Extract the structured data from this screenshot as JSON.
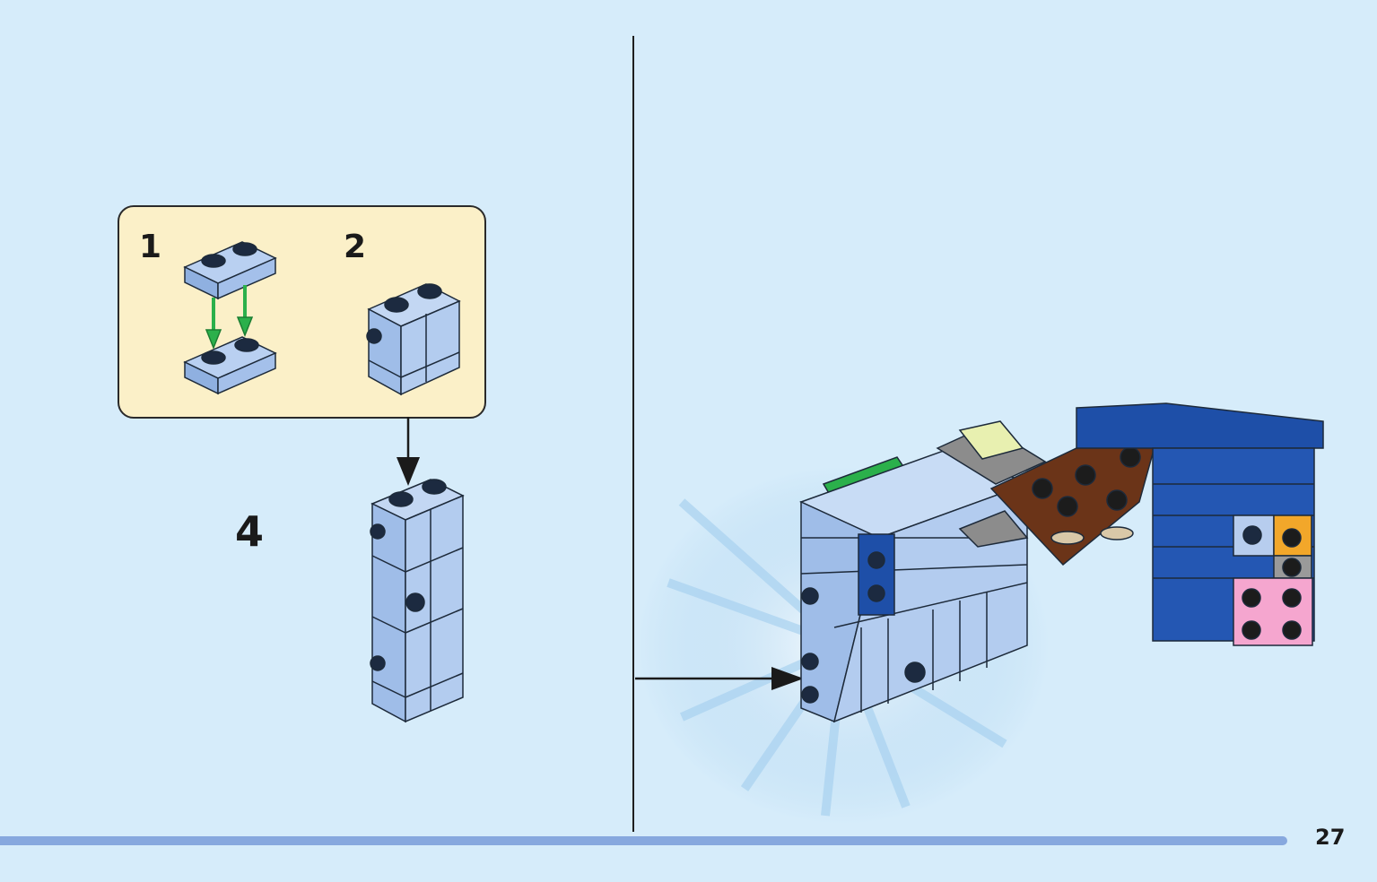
{
  "substeps": [
    {
      "number": "1"
    },
    {
      "number": "2"
    }
  ],
  "step": {
    "number": "4"
  },
  "page": {
    "number": "27"
  },
  "colors": {
    "background": "#d6ecfa",
    "substep_box_bg": "#fbf0c8",
    "brick_light_blue": "#a9c4ea",
    "brick_blue": "#1e4fa8",
    "brick_brown": "#6b3418",
    "brick_pink": "#f5a6cf",
    "brick_orange": "#f2a72a",
    "brick_green": "#2bb04b",
    "brick_gray": "#8c8c8c",
    "progress_bar": "#87a8de"
  },
  "icons": [
    "down-arrow-icon",
    "right-arrow-icon",
    "green-down-arrow-icon",
    "burst-highlight-icon"
  ]
}
